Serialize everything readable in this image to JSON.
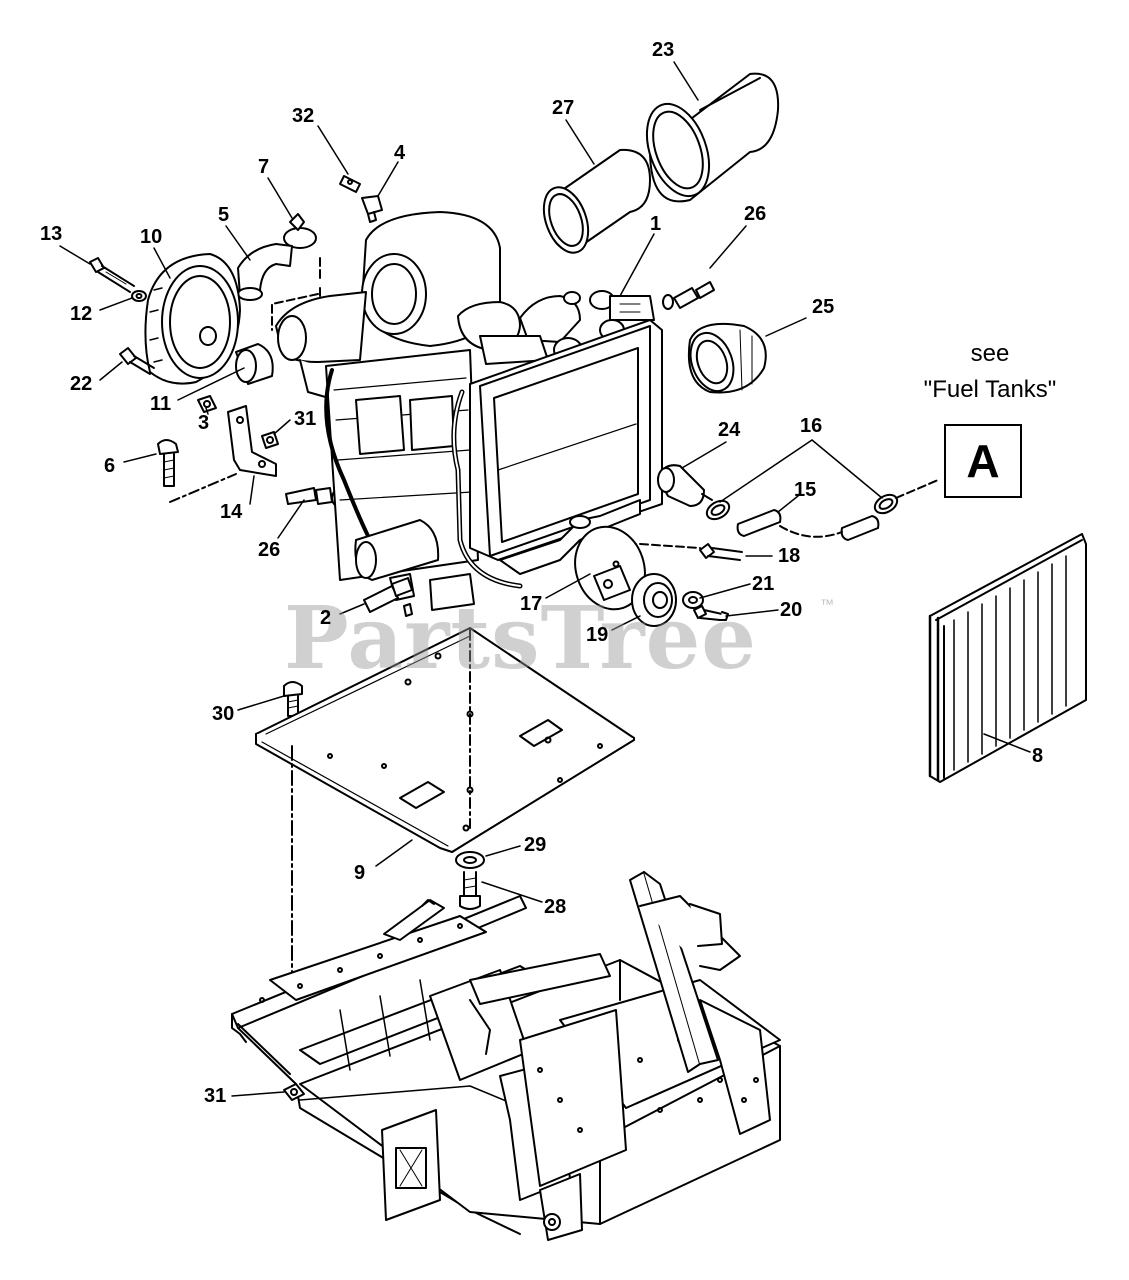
{
  "callouts": {
    "c1": "1",
    "c2": "2",
    "c3": "3",
    "c4": "4",
    "c5": "5",
    "c6": "6",
    "c7": "7",
    "c8": "8",
    "c9": "9",
    "c10": "10",
    "c11": "11",
    "c12": "12",
    "c13": "13",
    "c14": "14",
    "c15": "15",
    "c16": "16",
    "c17": "17",
    "c18": "18",
    "c19": "19",
    "c20": "20",
    "c21": "21",
    "c22": "22",
    "c23": "23",
    "c24": "24",
    "c25": "25",
    "c26a": "26",
    "c26b": "26",
    "c27": "27",
    "c28": "28",
    "c29": "29",
    "c30": "30",
    "c31a": "31",
    "c31b": "31",
    "c32": "32"
  },
  "reference": {
    "see": "see",
    "target": "\"Fuel Tanks\"",
    "letter": "A"
  },
  "watermark": {
    "text": "PartsTree",
    "trademark": "™"
  }
}
